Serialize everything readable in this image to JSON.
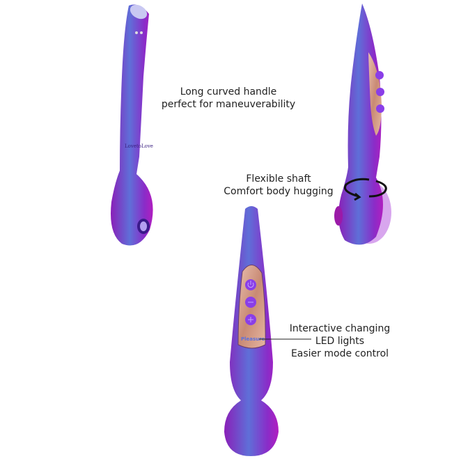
{
  "captions": {
    "handle": {
      "line1": "Long curved handle",
      "line2": "perfect for maneuverability"
    },
    "shaft": {
      "line1": "Flexible shaft",
      "line2": "Comfort body hugging"
    },
    "led": {
      "line1": "Interactive changing",
      "line2": "LED lights",
      "line3": "Easier mode control"
    }
  },
  "logos": {
    "left_device": "LovetoLove",
    "front_panel": "Pleasure"
  },
  "icons": [
    "power-icon",
    "minus-icon",
    "plus-icon",
    "rotate-arrows-icon"
  ],
  "colors": {
    "body": "#7a2bc4",
    "body_highlight": "#5a7fe0",
    "panel": "#d9a088",
    "button": "#8a3ee8",
    "text": "#222222"
  }
}
